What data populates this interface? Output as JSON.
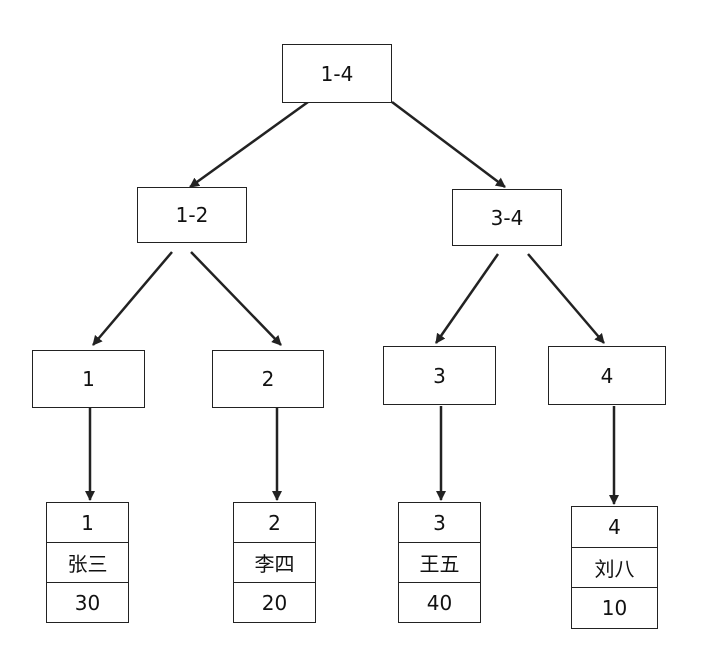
{
  "tree": {
    "root": {
      "label": "1-4"
    },
    "left": {
      "label": "1-2"
    },
    "right": {
      "label": "3-4"
    },
    "leaves": [
      {
        "label": "1",
        "record": {
          "id": "1",
          "name": "张三",
          "value": "30"
        }
      },
      {
        "label": "2",
        "record": {
          "id": "2",
          "name": "李四",
          "value": "20"
        }
      },
      {
        "label": "3",
        "record": {
          "id": "3",
          "name": "王五",
          "value": "40"
        }
      },
      {
        "label": "4",
        "record": {
          "id": "4",
          "name": "刘八",
          "value": "10"
        }
      }
    ]
  },
  "colors": {
    "stroke": "#222222",
    "background": "#ffffff",
    "text": "#111111"
  }
}
